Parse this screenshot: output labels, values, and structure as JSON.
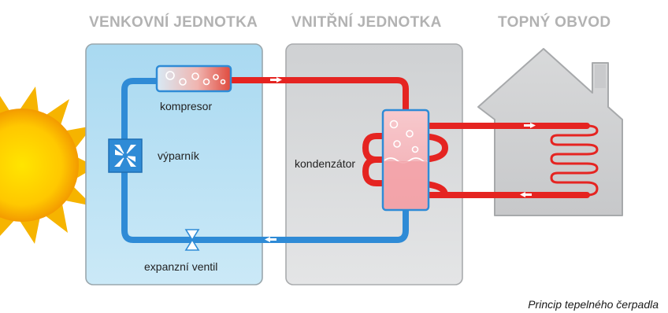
{
  "titles": {
    "outdoor_unit": "VENKOVNÍ JEDNOTKA",
    "indoor_unit": "VNITŘNÍ JEDNOTKA",
    "heating_circuit": "TOPNÝ OBVOD"
  },
  "components": {
    "compressor": "kompresor",
    "evaporator": "výparník",
    "condenser": "kondenzátor",
    "expansion_valve": "expanzní ventil"
  },
  "caption": "Princip tepelného čerpadla",
  "colors": {
    "hot_pipe": "#e52421",
    "cold_pipe": "#2f8bd6",
    "outdoor_panel": "#bfe3f4",
    "indoor_panel": "#d9dbdc",
    "house": "#d4d5d6",
    "sun": "#f7b500",
    "section_title": "#b2b2b2"
  }
}
